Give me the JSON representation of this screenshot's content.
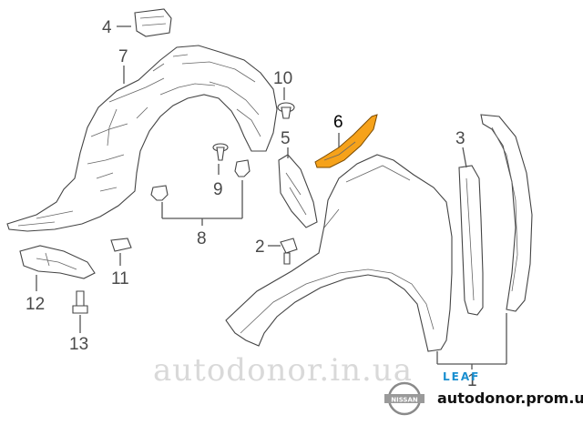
{
  "diagram": {
    "callouts": [
      {
        "id": "1",
        "label": "1"
      },
      {
        "id": "2",
        "label": "2"
      },
      {
        "id": "3",
        "label": "3"
      },
      {
        "id": "4",
        "label": "4"
      },
      {
        "id": "5",
        "label": "5"
      },
      {
        "id": "6",
        "label": "6"
      },
      {
        "id": "7",
        "label": "7"
      },
      {
        "id": "8",
        "label": "8"
      },
      {
        "id": "9",
        "label": "9"
      },
      {
        "id": "10",
        "label": "10"
      },
      {
        "id": "11",
        "label": "11"
      },
      {
        "id": "12",
        "label": "12"
      },
      {
        "id": "13",
        "label": "13"
      }
    ],
    "highlight_color": "#f6a21a",
    "highlighted_part": "6"
  },
  "watermark": "autodonor.in.ua",
  "branding": {
    "model": "LEAF",
    "site": "autodonor.prom.ua",
    "logo_text": "NISSAN",
    "model_color": "#1a8fd0"
  }
}
